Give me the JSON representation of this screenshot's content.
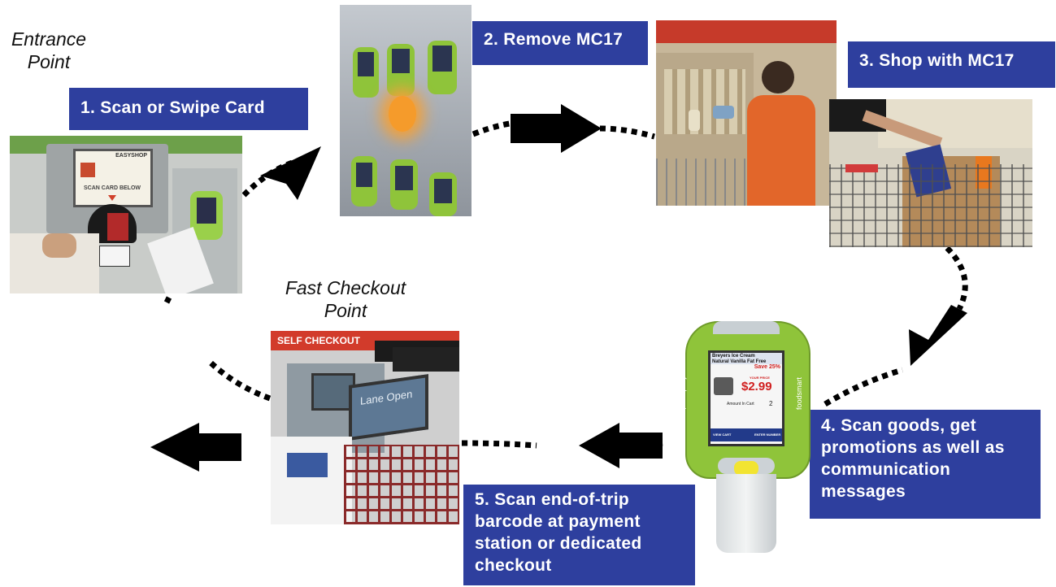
{
  "captions": {
    "entrance_line1": "Entrance",
    "entrance_line2": "Point",
    "fast_line1": "Fast Checkout",
    "fast_line2": "Point"
  },
  "steps": [
    {
      "text": "1. Scan or Swipe Card"
    },
    {
      "text": "2. Remove MC17"
    },
    {
      "text": "3. Shop with  MC17"
    },
    {
      "lines": [
        "4. Scan goods, get",
        "promotions as well as",
        "communication",
        "messages"
      ]
    },
    {
      "lines": [
        "5. Scan end-of-trip",
        "barcode at payment",
        "station or dedicated",
        "checkout"
      ]
    }
  ],
  "kiosk": {
    "brand": "EASYSHOP",
    "screen_text": "SCAN CARD BELOW"
  },
  "checkout": {
    "sign": "SELF CHECKOUT",
    "screen_text": "Lane Open"
  },
  "device": {
    "brand": "foodsmart",
    "product_line1": "Breyers Ice Cream",
    "product_line2": "Natural Vanilla Fat Free",
    "promo": "Save 25%",
    "price_label": "YOUR PRICE",
    "price": "$2.99",
    "amount_label": "Amount In Cart",
    "amount_value": "2",
    "btn_left": "VIEW CART",
    "btn_right": "ENTER NUMBER"
  },
  "colors": {
    "step_box": "#2e3f9e",
    "step_text": "#ffffff",
    "device_green": "#8fc43a"
  }
}
